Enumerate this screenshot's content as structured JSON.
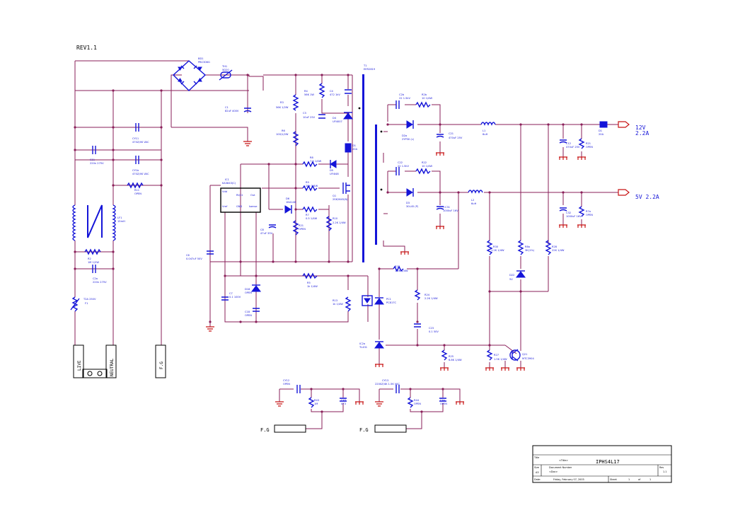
{
  "revision": "REV1.1",
  "outputs": {
    "out_12v": "12V",
    "out_12v_current": "2.2A",
    "out_5v": "5V 2.2A"
  },
  "connectors": {
    "live": "LIVE",
    "neutral": "NEUTRAL",
    "fg_terminal": "F.G",
    "fg_left": "F.G",
    "fg_right": "F.G"
  },
  "title_block": {
    "title_label": "Title",
    "title": "IPHS4L17",
    "size_label": "Size",
    "size": "A3",
    "doc_label": "Document Number",
    "doc_value": "<Doc>",
    "rev_label": "Rev",
    "rev_value": "1.1",
    "date_label": "Date:",
    "date_value": "Friday, February 07, 2003",
    "sheet_label": "Sheet",
    "sheet_value": "1",
    "of_label": "of",
    "of_value": "1",
    "title_placeholder": "<Title>"
  },
  "components": {
    "bd1": "BD1",
    "bd1_v": "PBC306G",
    "th1": "TH1",
    "th1_v": "5D20",
    "c1": "C1",
    "c1_v": "82uF 400V",
    "cy11": "CY11",
    "cy11_v": "470Z/4K VAC",
    "c11": "C11",
    "c11_v": "220n 275V",
    "cy1b": "CY1b",
    "cy1b_v": "470Z/4K VAC",
    "r11": "R11",
    "r11_v": "OPEN",
    "lf1": "LF1",
    "lf1_v": "15mH",
    "r2": "R2",
    "r2_v": "1M 1/2W",
    "c2a": "C2a",
    "c2a_v": "220n 275V",
    "f1": "F1",
    "f1_v": "T2A 250V",
    "r4": "R4",
    "r4_v": "56K 1W",
    "c4": "C4",
    "c4_v": "472 1kV",
    "r3": "R3",
    "r3_v": "56K 1/2W",
    "c3": "C3",
    "c3_v": "10uF 25V",
    "d4": "D4",
    "d4_v": "UF4007",
    "r6": "R6",
    "r6_v": "100/1/2W",
    "r8": "R8",
    "r8_v": "7.5 1/4W",
    "d5": "D5",
    "d5_v": "UF4I48",
    "ic1": "IC1",
    "ic1_v": "KA3843(C)",
    "ic1_pin": "Vdd",
    "ic1_rt": "Rt/Ct",
    "ic1_out": "Out",
    "ic1_vref": "Vref",
    "ic1_gnd": "GND",
    "ic1_isense": "Isense",
    "q1": "Q1",
    "q1_v": "2SK2645(N)",
    "r9": "R9",
    "r9_v": "20k 1/4W",
    "d6": "D6",
    "d6_v": "1N4148",
    "r7": "R7",
    "r7_v": "0.5 1/4W",
    "r10": "R10",
    "r10_v": "2.2K 1/4W",
    "c8": "C8",
    "c8_v": "47uF 35V",
    "r21": "R21",
    "r21_v": "OPEN",
    "c6": "C6",
    "c6_v": "0.047uF 50V",
    "c7": "C7",
    "c7_v": "0.1 100V",
    "c18": "C18",
    "c18_v": "OPEN",
    "d18": "D18",
    "d18_v": "OPEN",
    "r5": "R5",
    "r5_v": "1k 1/4W",
    "r7b": "R13",
    "r7b_v": "1k 1/4W",
    "pc1": "PC1",
    "pc1_v": "PC817C",
    "t1": "T1",
    "t1_v": "EER2819",
    "l1r": "L1",
    "l1r_v": "6uH",
    "l2r": "L2",
    "l2r_v": "6uH",
    "c2b": "C2b",
    "c2b_v": "22 1.5kV",
    "r2b": "R2b",
    "r2b_v": "10 1/4W",
    "d2a": "D2a",
    "d2a_v": "2YP30 (c)",
    "c21": "C21",
    "c21_v": "470uF 25V",
    "c22": "C22",
    "c22_v": "22 1.5kV",
    "r22": "R22",
    "r22_v": "10 1/4W",
    "d3": "D3",
    "d3_v": "30L45 (P)",
    "c31": "+C31",
    "c31_v": "1000uF 16V",
    "c12": "C12",
    "c12_v": "470uF 25V",
    "r21b": "R21",
    "r21b_v": "OPEN",
    "d1": "D1",
    "d1_v": "20A",
    "c32": "C32",
    "c32_v": "1000uF 16V",
    "r7a": "R7a",
    "r7a_v": "OPEN",
    "r30": "R30",
    "r30_v": "1.2K 1/4W",
    "r8a": "R8a",
    "r8a_v": "3K(1%)",
    "r28": "R28",
    "r28_v": "22K 1/4W",
    "d22": "D22",
    "d22_v": "5V",
    "r23": "R23",
    "r23_v": "1.5K 1/4W",
    "r24": "R24",
    "r24_v": "2.2K 1/4W",
    "c23": "C23",
    "c23_v": "0.1 50V",
    "ic2": "IC2a",
    "ic2_v": "TL431",
    "r25": "R25",
    "r25_v": "6.8K 1/4W",
    "r27": "R27",
    "r27_v": "1.5K 1/4W",
    "q21": "Q21",
    "q21_v": "MTC3904",
    "cy12": "CY12",
    "cy12_v": "OPEN",
    "r43": "R43",
    "r43_v": "1M",
    "c43": "C43",
    "c43_v": "473",
    "cy13": "CY13",
    "cy13_v": "2200Z/4K 1.5K VAC",
    "r44": "R44",
    "r44_v": "OPEN",
    "c4a": "C4a",
    "c4a_v": "OPEN"
  }
}
